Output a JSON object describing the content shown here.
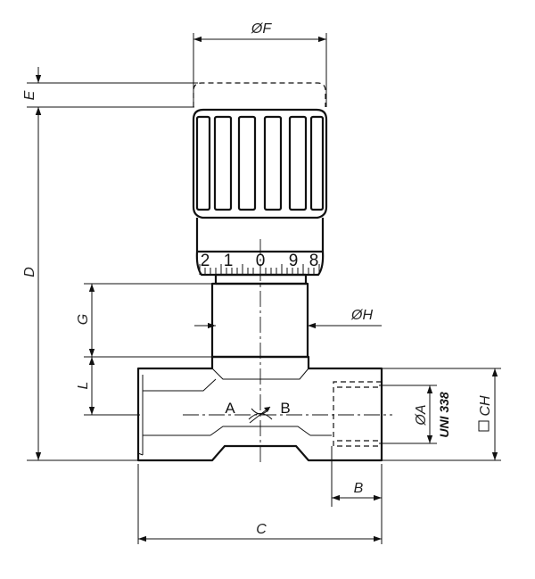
{
  "dimensions": {
    "F": "ØF",
    "E": "E",
    "D": "D",
    "G": "G",
    "H": "ØH",
    "L": "L",
    "A": "ØA",
    "uni": "UNI 338",
    "CH": "CH",
    "B": "B",
    "C": "C"
  },
  "dial_digits": [
    "2",
    "1",
    "0",
    "9",
    "8"
  ],
  "flow": {
    "from": "A",
    "to": "B"
  }
}
